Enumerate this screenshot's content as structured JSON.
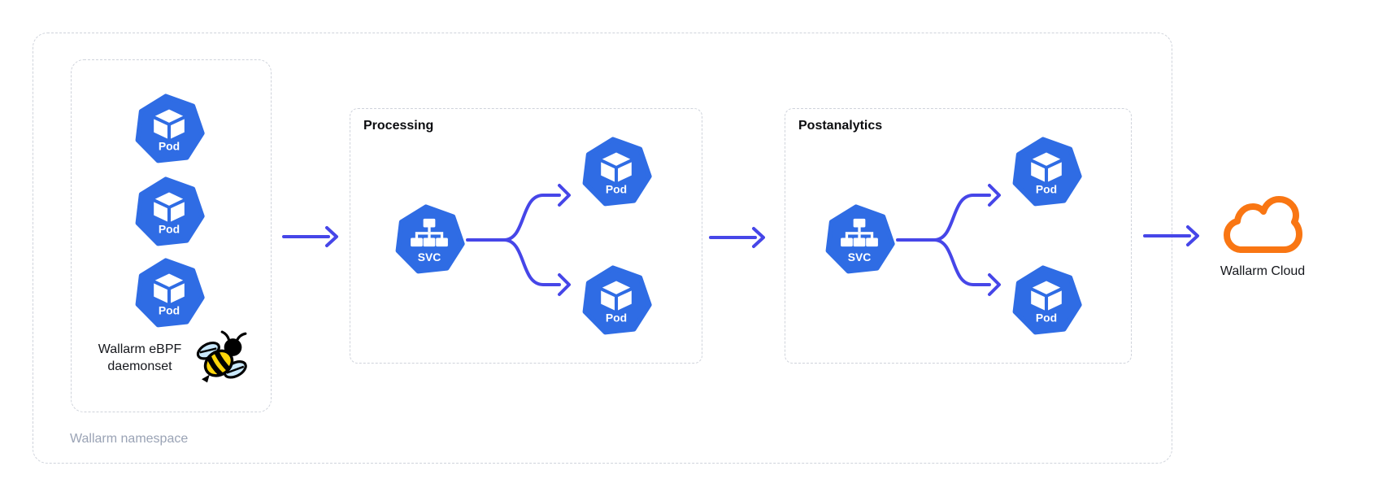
{
  "namespace": {
    "label": "Wallarm namespace"
  },
  "daemonset": {
    "label_line1": "Wallarm eBPF",
    "label_line2": "daemonset",
    "pods": [
      "Pod",
      "Pod",
      "Pod"
    ]
  },
  "processing": {
    "title": "Processing",
    "svc": "SVC",
    "pods": [
      "Pod",
      "Pod"
    ]
  },
  "postanalytics": {
    "title": "Postanalytics",
    "svc": "SVC",
    "pods": [
      "Pod",
      "Pod"
    ]
  },
  "cloud": {
    "label": "Wallarm Cloud"
  },
  "icons": {
    "pod": "kubernetes-pod-heptagon",
    "svc": "kubernetes-service-heptagon",
    "bee": "ebpf-bee",
    "cloud": "cloud-outline",
    "arrow": "right-arrow"
  },
  "colors": {
    "k8s_blue": "#2F6CE4",
    "arrow_indigo": "#4646E8",
    "cloud_orange": "#F97613",
    "dash_border": "#CFD3DB",
    "namespace_text": "#9AA3B5",
    "title_text": "#0C0D10"
  }
}
